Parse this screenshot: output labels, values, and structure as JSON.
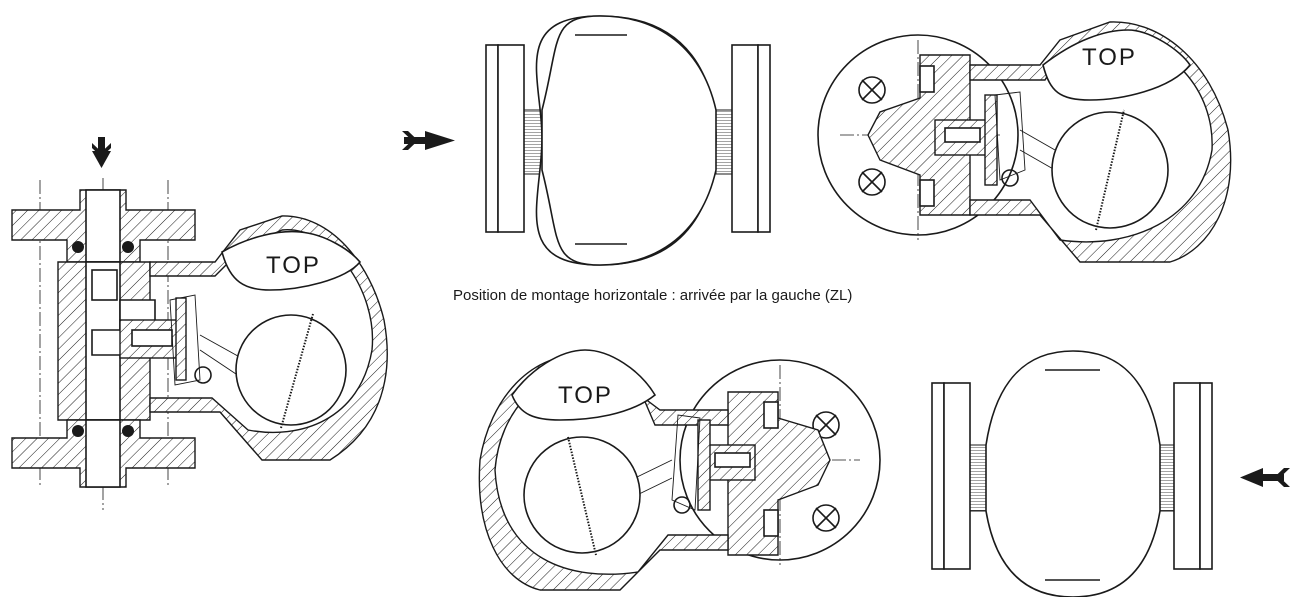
{
  "caption": "Position de montage horizontale : arrivée par la gauche (ZL)",
  "top_labels": [
    "TOP",
    "TOP",
    "TOP"
  ],
  "colors": {
    "line": "#1a1a1a",
    "background": "#ffffff"
  }
}
